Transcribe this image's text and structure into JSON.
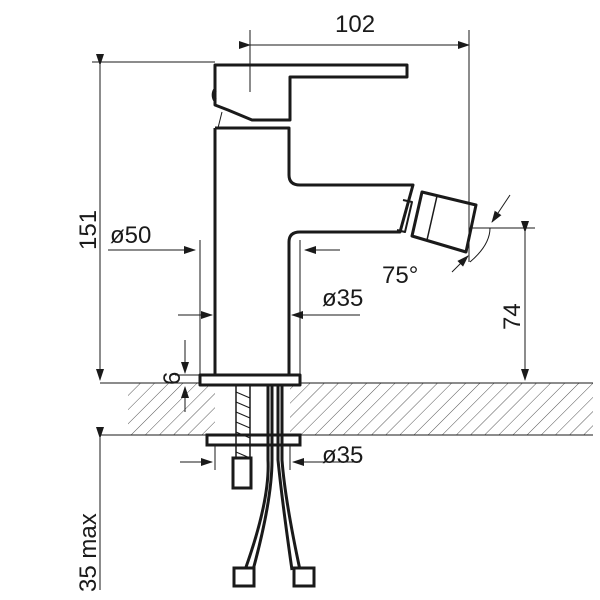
{
  "dimensions": {
    "width_handle_to_spout": "102",
    "total_height": "151",
    "base_diameter": "ø50",
    "body_diameter": "ø35",
    "spout_angle": "75°",
    "spout_height": "74",
    "base_plate_thickness": "6",
    "mounting_hole_diameter": "ø35",
    "max_counter_thickness": "35 max"
  },
  "colors": {
    "line": "#1a1a1a",
    "hatch": "#555555"
  }
}
